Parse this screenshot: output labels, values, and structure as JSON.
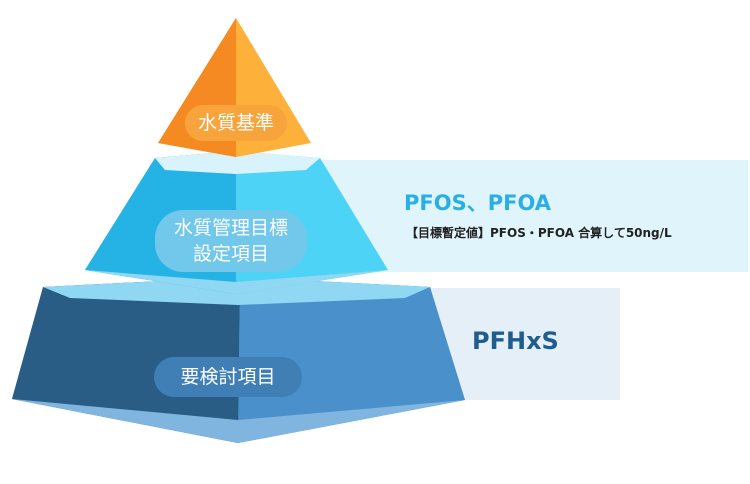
{
  "tiers": {
    "top": {
      "label": "水質基準",
      "color_light": "#fdb13b",
      "color_dark": "#f58a22",
      "pill": "#f7a43c"
    },
    "middle": {
      "label_line1": "水質管理目標",
      "label_line2": "設定項目",
      "color_light": "#4dd3f5",
      "color_dark": "#25b3e6",
      "pill": "#72c8ea",
      "panel": {
        "title": "PFOS、PFOA",
        "note": "【目標暫定値】PFOS・PFOA 合算して50ng/L",
        "bg": "#e0f4fc"
      }
    },
    "bottom": {
      "label": "要検討項目",
      "color_light": "#4a91cb",
      "color_dark": "#2a5d86",
      "pill": "#3f7fb5",
      "panel": {
        "title": "PFHxS",
        "bg": "#e5eff8"
      }
    }
  },
  "colors": {
    "top_band": "#d9f3fd",
    "mid_band": "#8fd7f2",
    "bottom_face": "#80b5e0"
  }
}
